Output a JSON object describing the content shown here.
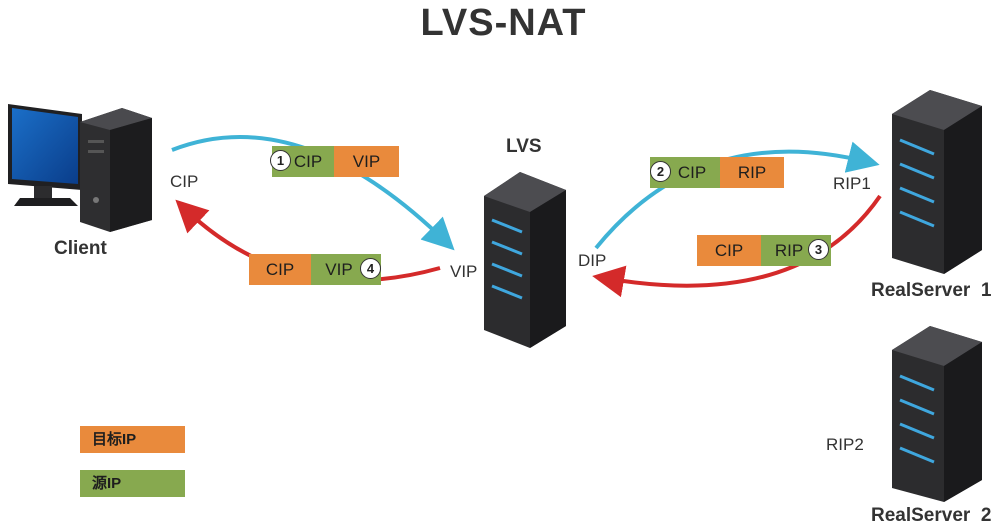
{
  "title": "LVS-NAT",
  "nodes": {
    "client": "Client",
    "lvs": "LVS",
    "real_server_1": "RealServer  1",
    "real_server_2": "RealServer  2"
  },
  "addresses": {
    "cip": "CIP",
    "vip": "VIP",
    "dip": "DIP",
    "rip1": "RIP1",
    "rip2": "RIP2"
  },
  "packets": [
    {
      "step": "1",
      "left": "CIP",
      "right": "VIP"
    },
    {
      "step": "2",
      "left": "CIP",
      "right": "RIP"
    },
    {
      "step": "3",
      "left": "CIP",
      "right": "RIP"
    },
    {
      "step": "4",
      "left": "CIP",
      "right": "VIP"
    }
  ],
  "legend": {
    "target": "目标IP",
    "source": "源IP"
  },
  "colors": {
    "target_ip": "#e98a3c",
    "source_ip": "#87a94f",
    "request_arrow": "#3fb3d6",
    "response_arrow": "#d42a2a",
    "server_body": "#2c2c2e",
    "server_led": "#3fa7de"
  }
}
